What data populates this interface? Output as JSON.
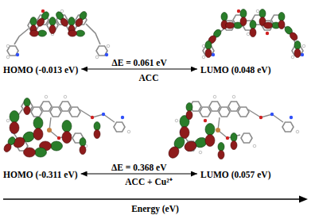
{
  "diagram": {
    "nodes": [
      {
        "text": [
          "HOMO (-0.013 eV)"
        ]
      },
      {
        "text": [
          "LUMO (0.048 eV)"
        ]
      },
      {
        "text": [
          "HOMO (-0.311 eV)"
        ]
      },
      {
        "text": [
          "LUMO (0.057 eV)"
        ]
      }
    ],
    "edges": [
      {
        "from": 0,
        "to": 1,
        "label": "ΔE = 0.061 eV",
        "arrow": "both"
      },
      {
        "from": 2,
        "to": 3,
        "label": "ΔE = 0.368 eV",
        "arrow": "both"
      }
    ],
    "labels": [
      "ACC",
      "ACC + Cu²⁺",
      "Energy (eV)"
    ]
  }
}
